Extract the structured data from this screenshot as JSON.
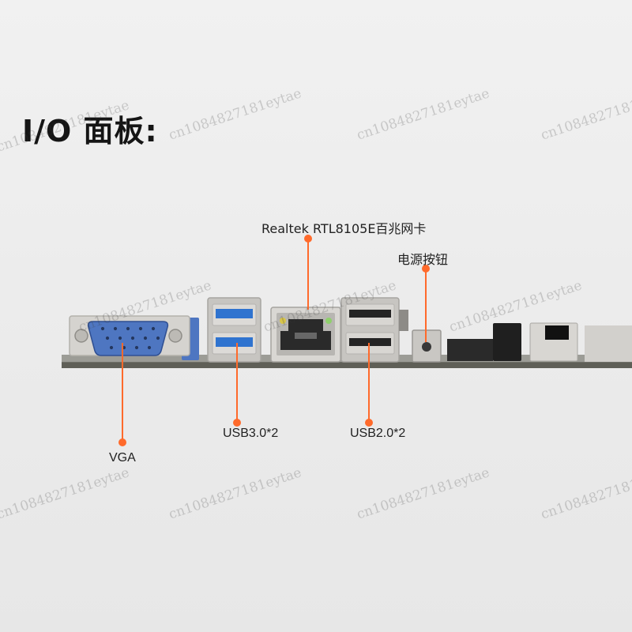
{
  "title": "I/O 面板:",
  "labels": {
    "realtek": "Realtek RTL8105E百兆网卡",
    "power": "电源按钮",
    "vga": "VGA",
    "usb3": "USB3.0*2",
    "usb2": "USB2.0*2"
  },
  "watermark": "cn1084827181eytae",
  "colors": {
    "accent": "#ff6a2b",
    "board": "#5f5f57",
    "usb3_blue": "#2f73cf",
    "vga_blue": "#4e76c1",
    "metal": "#d5d3cf"
  }
}
